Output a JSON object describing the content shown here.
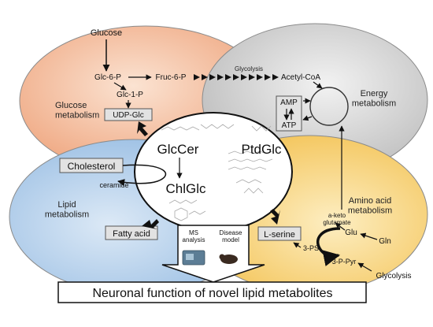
{
  "regions": {
    "glucose": "Glucose\nmetabolism",
    "energy": "Energy\nmetabolism",
    "lipid": "Lipid\nmetabolism",
    "amino": "Amino acid\nmetabolism"
  },
  "nodes": {
    "glucose": "Glucose",
    "glc6p": "Glc-6-P",
    "glc1p": "Glc-1-P",
    "udpglc": "UDP-Glc",
    "fruc6p": "Fruc-6-P",
    "glycolysis_top": "Glycolysis",
    "acetylcoa": "Acetyl-CoA",
    "amp": "AMP",
    "atp": "ATP",
    "cholesterol": "Cholesterol",
    "ceramide": "ceramide",
    "fattyacid": "Fatty acid",
    "lserine": "L-serine",
    "ketoglutamate": "a-keto\nglutamate",
    "glu": "Glu",
    "gln": "Gln",
    "ps3": "3-PS",
    "ppyr": "3-P-Pyr",
    "glycolysis_bottom": "Glycolysis"
  },
  "center": {
    "glccer": "GlcCer",
    "ptdglc": "PtdGlc",
    "chlglc": "ChlGlc"
  },
  "methods": {
    "ms": "MS\nanalysis",
    "disease": "Disease\nmodel"
  },
  "banner": "Neuronal function of novel lipid metabolites",
  "colors": {
    "glucose_fill": "#f1b896",
    "energy_fill": "#d3d3d3",
    "lipid_fill": "#b6d2ec",
    "amino_fill": "#f8d377",
    "box_fill": "#e2e2e2"
  }
}
